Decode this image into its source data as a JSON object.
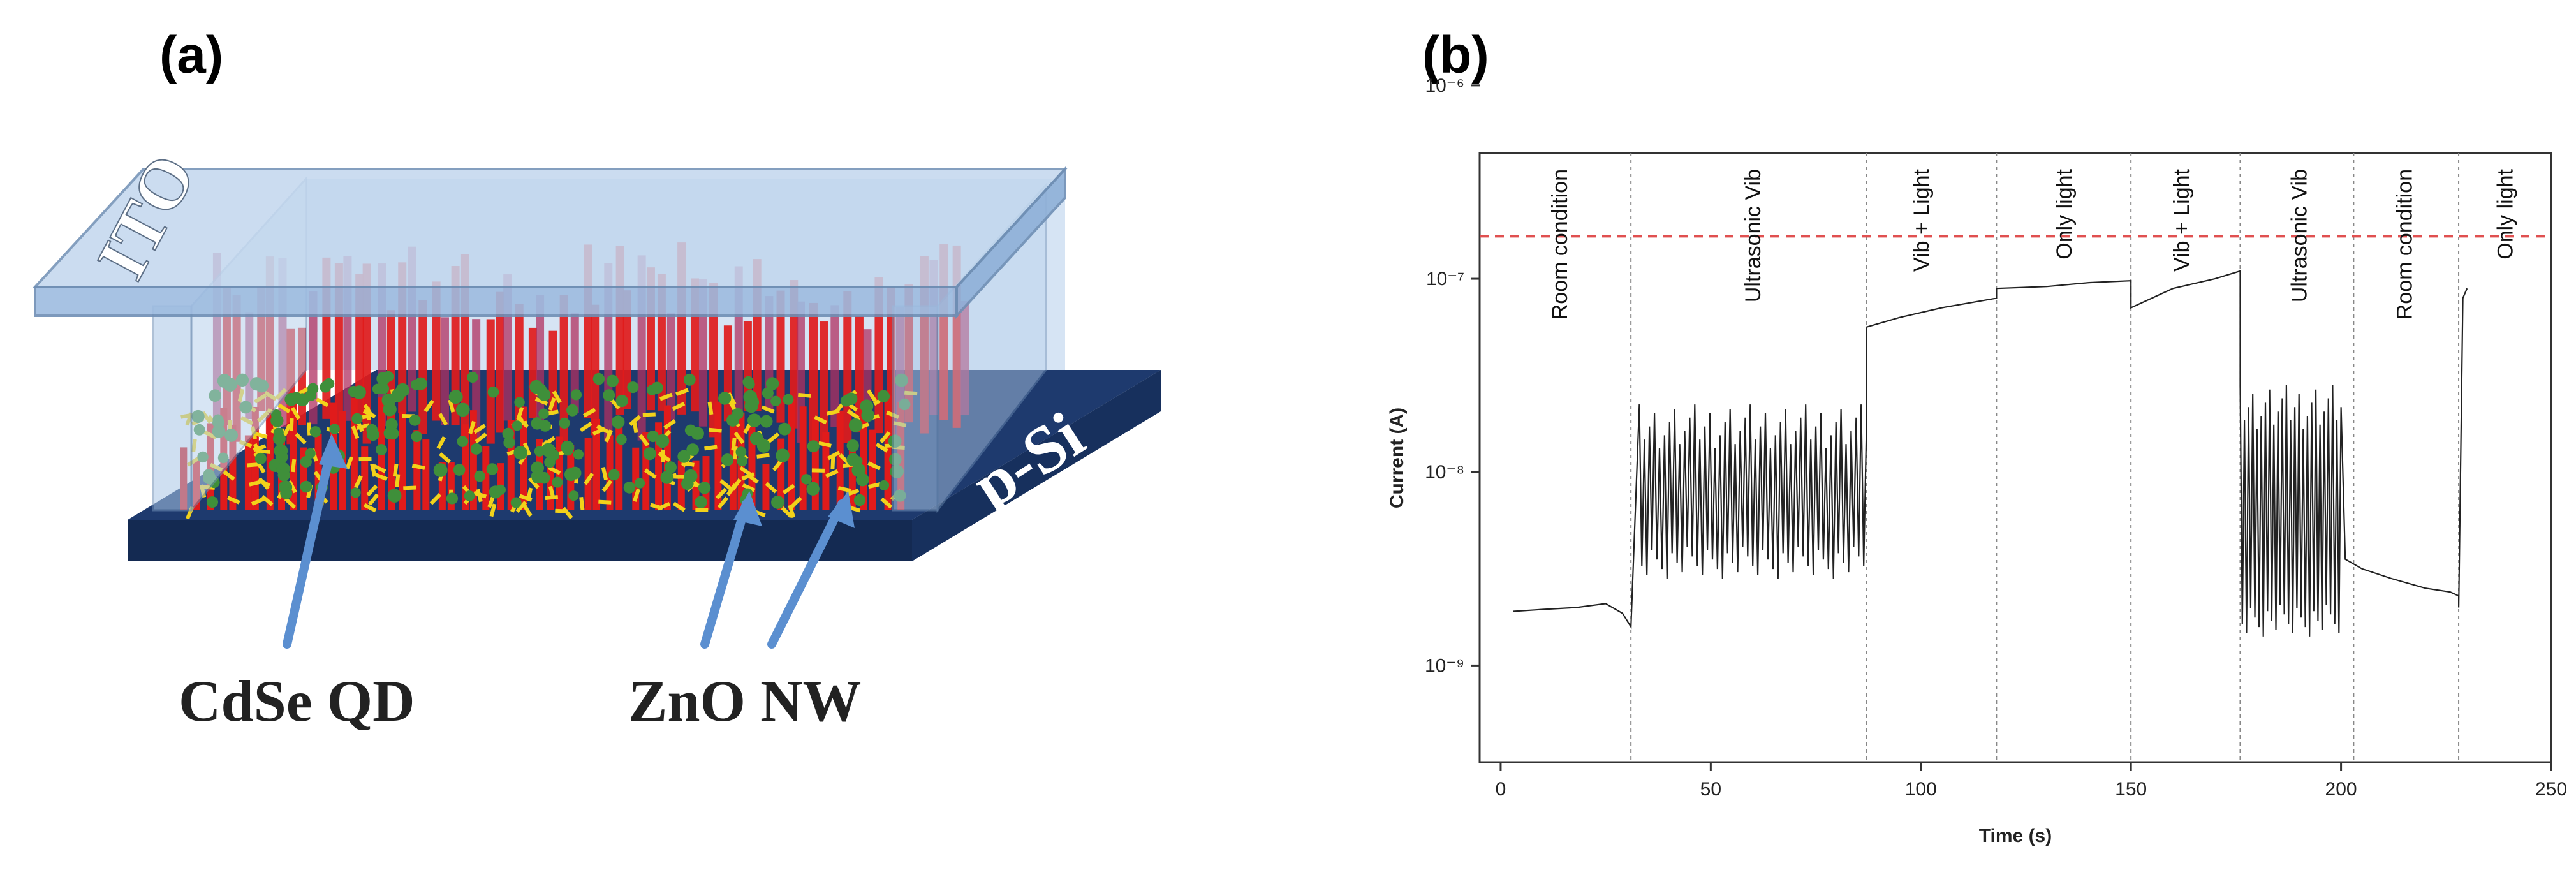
{
  "panels": {
    "a_label": "(a)",
    "b_label": "(b)"
  },
  "device": {
    "top_layer": "ITO",
    "substrate": "p-Si",
    "qd_label": "CdSe QD",
    "nw_label": "ZnO NW",
    "colors": {
      "ito": "#a9c6e6",
      "substrate": "#1e3a6e",
      "nanowire": "#e01b1b",
      "quantum_dot": "#3f8f3a",
      "nanowire_fragment": "#f2d21a",
      "arrow": "#5b8fd0"
    }
  },
  "chart_data": {
    "type": "line",
    "xlabel": "Time (s)",
    "ylabel": "Current (A)",
    "xlim": [
      -5,
      250
    ],
    "xticks": [
      0,
      50,
      100,
      150,
      200,
      250
    ],
    "yscale": "log",
    "ylim_log10": [
      -9.5,
      -6.35
    ],
    "yticks_log10": [
      -9,
      -8,
      -7,
      -6
    ],
    "ytick_labels": [
      "10⁻⁹",
      "10⁻⁸",
      "10⁻⁷",
      "10⁻⁶"
    ],
    "reference_line": {
      "y_log10": -6.78,
      "color": "#e05050",
      "style": "dashed"
    },
    "boundaries": [
      31,
      87,
      118,
      150,
      176,
      203,
      228
    ],
    "regions": [
      {
        "label": "Room condition",
        "x_center": 14
      },
      {
        "label": "Ultrasonic  Vib",
        "x_center": 60
      },
      {
        "label": "Vib + Light",
        "x_center": 100
      },
      {
        "label": "Only light",
        "x_center": 134
      },
      {
        "label": "Vib + Light",
        "x_center": 162
      },
      {
        "label": "Ultrasonic  Vib",
        "x_center": 190
      },
      {
        "label": "Room condition",
        "x_center": 215
      },
      {
        "label": "Only light",
        "x_center": 239
      }
    ],
    "series": [
      {
        "segments": [
          {
            "kind": "smooth",
            "x": [
              3,
              10,
              18,
              25,
              29,
              31
            ],
            "y_log10": [
              -8.72,
              -8.71,
              -8.7,
              -8.68,
              -8.73,
              -8.8
            ]
          },
          {
            "kind": "oscillating",
            "x_start": 33,
            "x_end": 87,
            "low_log10": -8.55,
            "high_log10": -7.65,
            "period": 1.2
          },
          {
            "kind": "smooth",
            "x": [
              87,
              95,
              105,
              118
            ],
            "y_log10": [
              -7.25,
              -7.2,
              -7.15,
              -7.1
            ]
          },
          {
            "kind": "smooth",
            "x": [
              118,
              130,
              140,
              150
            ],
            "y_log10": [
              -7.05,
              -7.04,
              -7.02,
              -7.01
            ]
          },
          {
            "kind": "smooth",
            "x": [
              150,
              160,
              170,
              176
            ],
            "y_log10": [
              -7.15,
              -7.05,
              -7.0,
              -6.96
            ]
          },
          {
            "kind": "oscillating",
            "x_start": 176,
            "x_end": 200,
            "low_log10": -8.85,
            "high_log10": -7.55,
            "period": 1.0
          },
          {
            "kind": "smooth",
            "x": [
              201,
              205,
              212,
              220,
              226,
              228
            ],
            "y_log10": [
              -8.45,
              -8.5,
              -8.55,
              -8.6,
              -8.62,
              -8.64
            ]
          },
          {
            "kind": "smooth",
            "x": [
              228,
              229,
              230
            ],
            "y_log10": [
              -8.7,
              -7.1,
              -7.05
            ]
          }
        ]
      }
    ]
  }
}
